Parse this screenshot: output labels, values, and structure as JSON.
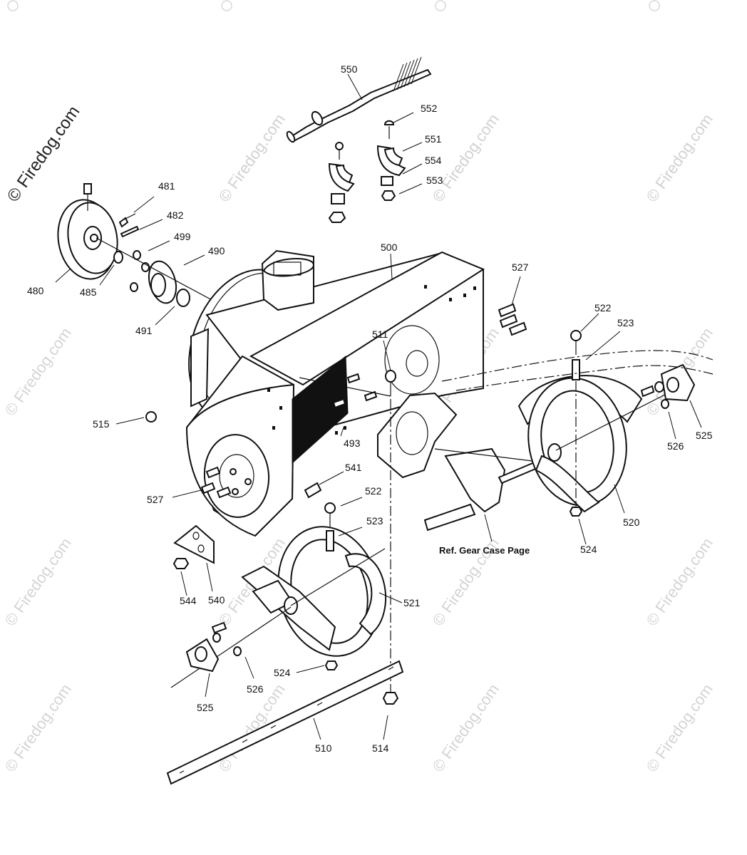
{
  "brand": "© Firedog.com",
  "watermark": "© Firedog.com",
  "part_labels": [
    "550",
    "552",
    "551",
    "554",
    "553",
    "481",
    "482",
    "499",
    "490",
    "480",
    "485",
    "491",
    "500",
    "527",
    "522",
    "523",
    "511",
    "515",
    "493",
    "541",
    "522",
    "523",
    "527",
    "521",
    "520",
    "524",
    "526",
    "525",
    "544",
    "540",
    "524",
    "526",
    "525",
    "510",
    "514"
  ],
  "reference_note": "Ref. Gear Case Page"
}
